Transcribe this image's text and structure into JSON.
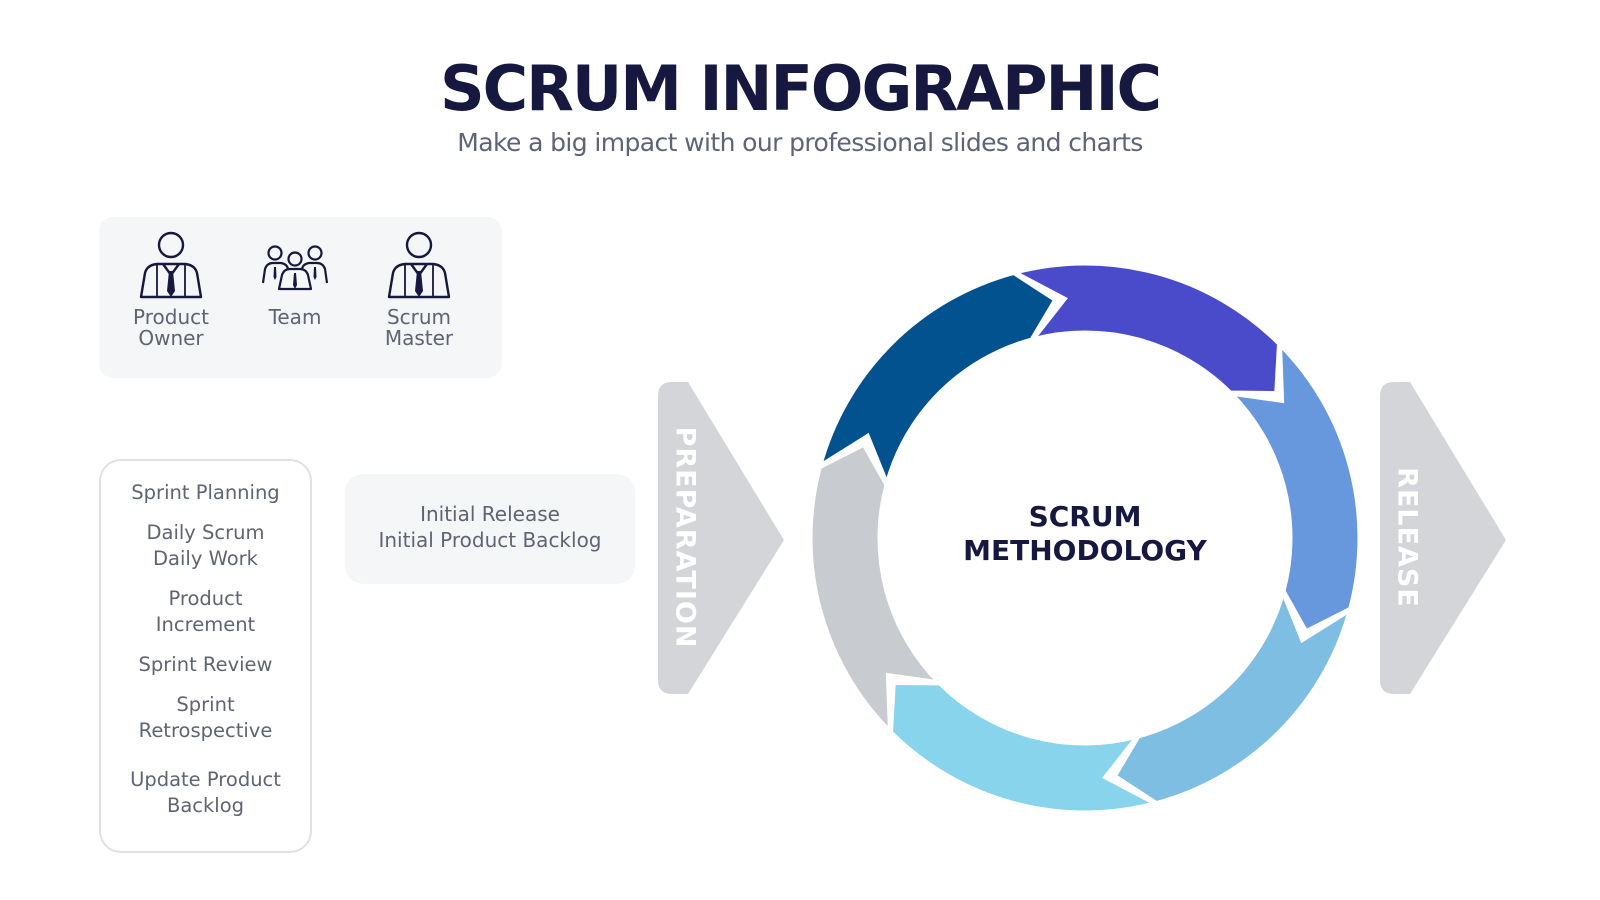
{
  "header": {
    "title": "SCRUM INFOGRAPHIC",
    "subtitle": "Make a big impact with our professional slides and charts"
  },
  "roles": [
    {
      "label_line1": "Product",
      "label_line2": "Owner",
      "icon": "person-icon"
    },
    {
      "label_line1": "Team",
      "label_line2": "",
      "icon": "team-icon"
    },
    {
      "label_line1": "Scrum",
      "label_line2": "Master",
      "icon": "person-icon"
    }
  ],
  "events": [
    "Sprint Planning",
    "Daily Scrum",
    "Daily Work",
    "Product",
    "Increment",
    "Sprint Review",
    "Sprint",
    "Retrospective",
    "Update Product",
    "Backlog"
  ],
  "release_panel": {
    "line1": "Initial Release",
    "line2": "Initial Product Backlog"
  },
  "phases": {
    "left": "PREPARATION",
    "right": "RELEASE"
  },
  "cycle": {
    "center_line1": "SCRUM",
    "center_line2": "METHODOLOGY",
    "segment_colors": [
      "#02528f",
      "#4a4bcb",
      "#6797dc",
      "#7ebee3",
      "#87d4ec",
      "#c8cbd0"
    ]
  },
  "colors": {
    "title": "#16183f",
    "phase_arrow": "#d3d5d9",
    "panel_bg": "#f5f6f8"
  }
}
